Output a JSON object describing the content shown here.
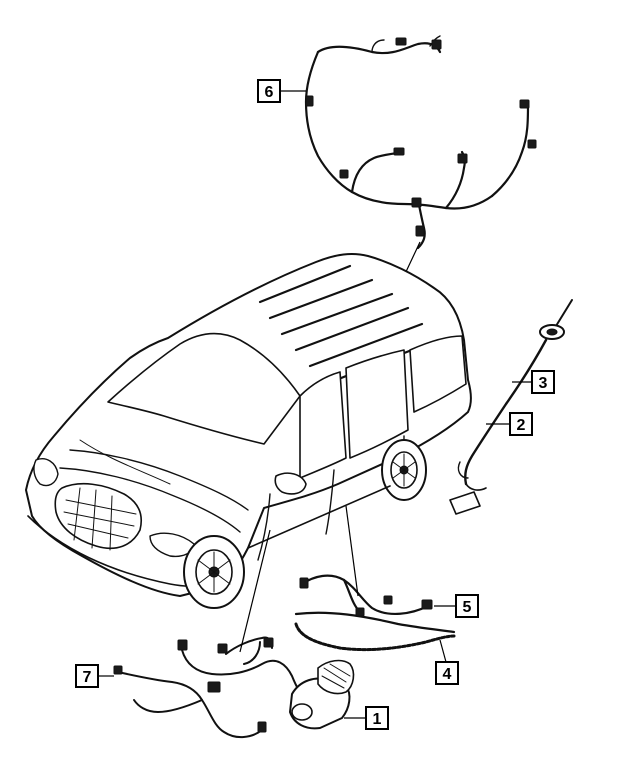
{
  "diagram": {
    "callouts": [
      {
        "id": "callout-6",
        "label": "6"
      },
      {
        "id": "callout-3",
        "label": "3"
      },
      {
        "id": "callout-2",
        "label": "2"
      },
      {
        "id": "callout-5",
        "label": "5"
      },
      {
        "id": "callout-7",
        "label": "7"
      },
      {
        "id": "callout-4",
        "label": "4"
      },
      {
        "id": "callout-1",
        "label": "1"
      }
    ],
    "colors": {
      "ink": "#111111",
      "background": "#ffffff"
    }
  }
}
